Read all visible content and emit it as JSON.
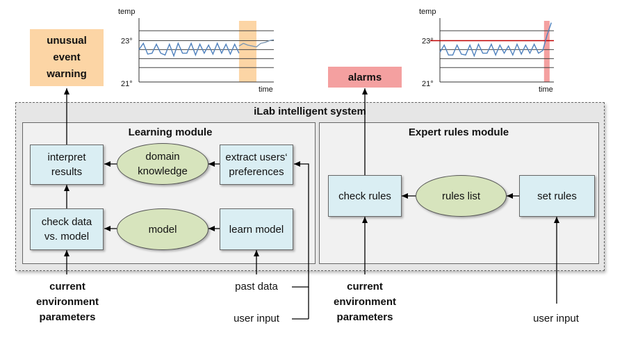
{
  "system": {
    "title": "iLab intelligent system"
  },
  "learning": {
    "title": "Learning module",
    "interpret": [
      "interpret",
      "results"
    ],
    "domain": [
      "domain",
      "knowledge"
    ],
    "extract": [
      "extract users‘",
      "preferences"
    ],
    "check_data": [
      "check data",
      "vs. model"
    ],
    "model": "model",
    "learn_model": "learn model"
  },
  "expert": {
    "title": "Expert rules module",
    "check_rules": "check rules",
    "rules_list": "rules list",
    "set_rules": "set rules"
  },
  "outputs": {
    "warning": [
      "unusual",
      "event",
      "warning"
    ],
    "alarms": "alarms"
  },
  "inputs": {
    "current_left": [
      "current",
      "environment",
      "parameters"
    ],
    "current_right": [
      "current",
      "environment",
      "parameters"
    ],
    "past_data": "past data",
    "user_input_left": "user input",
    "user_input_right": "user input"
  },
  "chart_data": [
    {
      "type": "line",
      "ylabel": "temp",
      "xlabel": "time",
      "ytick_labels": [
        "23°",
        "21°"
      ],
      "ylim": [
        20.7,
        24.1
      ],
      "series": [
        {
          "x": [
            0,
            1,
            2,
            3,
            4,
            5,
            6,
            7,
            8,
            9,
            10,
            11,
            12,
            13,
            14,
            15,
            16,
            17,
            18,
            19,
            20,
            21,
            22,
            23
          ],
          "values": [
            22.5,
            22.85,
            22.25,
            22.3,
            22.8,
            22.3,
            22.2,
            22.8,
            22.15,
            22.85,
            22.3,
            22.3,
            22.85,
            22.2,
            22.8,
            22.3,
            22.75,
            22.25,
            22.85,
            22.3,
            22.8,
            22.25,
            22.8,
            22.3
          ]
        },
        {
          "x": [
            23,
            24,
            25,
            26,
            27,
            28,
            29,
            30,
            31
          ],
          "values": [
            22.7,
            22.85,
            22.75,
            22.7,
            22.65,
            22.85,
            22.9,
            23.0,
            23.05
          ]
        }
      ],
      "highlight": {
        "x_range": [
          23,
          27
        ],
        "color": "#fcd5a5"
      }
    },
    {
      "type": "line",
      "ylabel": "temp",
      "xlabel": "time",
      "ytick_labels": [
        "23°",
        "21°"
      ],
      "ylim": [
        20.7,
        24.1
      ],
      "threshold": 23.0,
      "series": [
        {
          "x": [
            0,
            1,
            2,
            3,
            4,
            5,
            6,
            7,
            8,
            9,
            10,
            11,
            12,
            13,
            14,
            15,
            16,
            17,
            18,
            19,
            20,
            21,
            22,
            23,
            24,
            25,
            26
          ],
          "values": [
            22.35,
            22.75,
            22.2,
            22.2,
            22.75,
            22.25,
            22.2,
            22.75,
            22.15,
            22.8,
            22.3,
            22.3,
            22.8,
            22.2,
            22.75,
            22.3,
            22.7,
            22.2,
            22.8,
            22.25,
            22.75,
            22.3,
            22.8,
            22.3,
            22.45,
            23.3,
            24.0
          ]
        }
      ],
      "highlight": {
        "x_range": [
          24.3,
          25.6
        ],
        "color": "#f4a0a0"
      }
    }
  ]
}
